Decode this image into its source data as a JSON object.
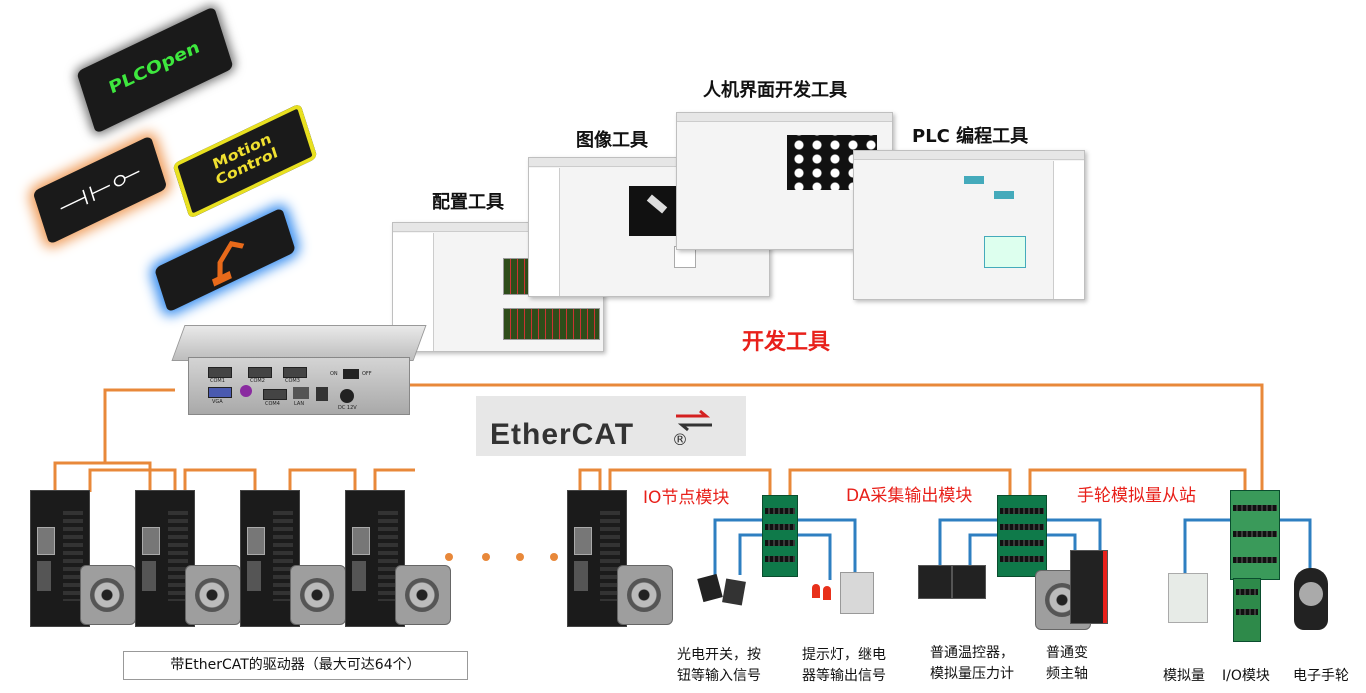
{
  "chips": {
    "plcopen": "PLCOpen",
    "motion": "Motion Control"
  },
  "tools": {
    "hmi": "人机界面开发工具",
    "image": "图像工具",
    "plc": "PLC 编程工具",
    "config": "配置工具",
    "dev": "开发工具"
  },
  "controller": {
    "port_com1": "COM1",
    "port_com2": "COM2",
    "port_com3": "COM3",
    "port_com4": "COM4",
    "port_vga": "VGA",
    "port_lan": "LAN",
    "port_dc": "DC 12V",
    "on": "ON",
    "off": "OFF"
  },
  "bus": {
    "logo": "EtherCAT",
    "reg": "®"
  },
  "sections": {
    "io": "IO节点模块",
    "da": "DA采集输出模块",
    "hand": "手轮模拟量从站"
  },
  "captions": {
    "photo_line1": "光电开关，按",
    "photo_line2": "钮等输入信号",
    "lamp_line1": "提示灯，继电",
    "lamp_line2": "器等输出信号",
    "temp_line1": "普通温控器，",
    "temp_line2": "模拟量压力计",
    "vfd_line1": "普通变",
    "vfd_line2": "频主轴",
    "analog": "模拟量",
    "iomod": "I/O模块",
    "handwheel": "电子手轮"
  },
  "drives_box": "带EtherCAT的驱动器（最大可达64个）",
  "colors": {
    "ethercat_line": "#e8883a",
    "signal_line": "#2e7fc1",
    "accent_red": "#e8201a"
  }
}
